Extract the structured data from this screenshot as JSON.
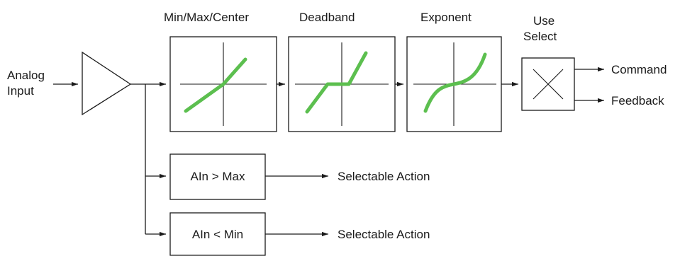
{
  "input": {
    "line1": "Analog",
    "line2": "Input"
  },
  "blocks": {
    "minmax": "Min/Max/Center",
    "deadband": "Deadband",
    "exponent": "Exponent",
    "use_select": {
      "line1": "Use",
      "line2": "Select"
    }
  },
  "outputs": {
    "command": "Command",
    "feedback": "Feedback"
  },
  "comparators": [
    {
      "label": "AIn > Max",
      "action": "Selectable Action"
    },
    {
      "label": "AIn < Min",
      "action": "Selectable Action"
    }
  ],
  "colors": {
    "curve": "#5cbf4f",
    "line": "#1a1a1a"
  }
}
